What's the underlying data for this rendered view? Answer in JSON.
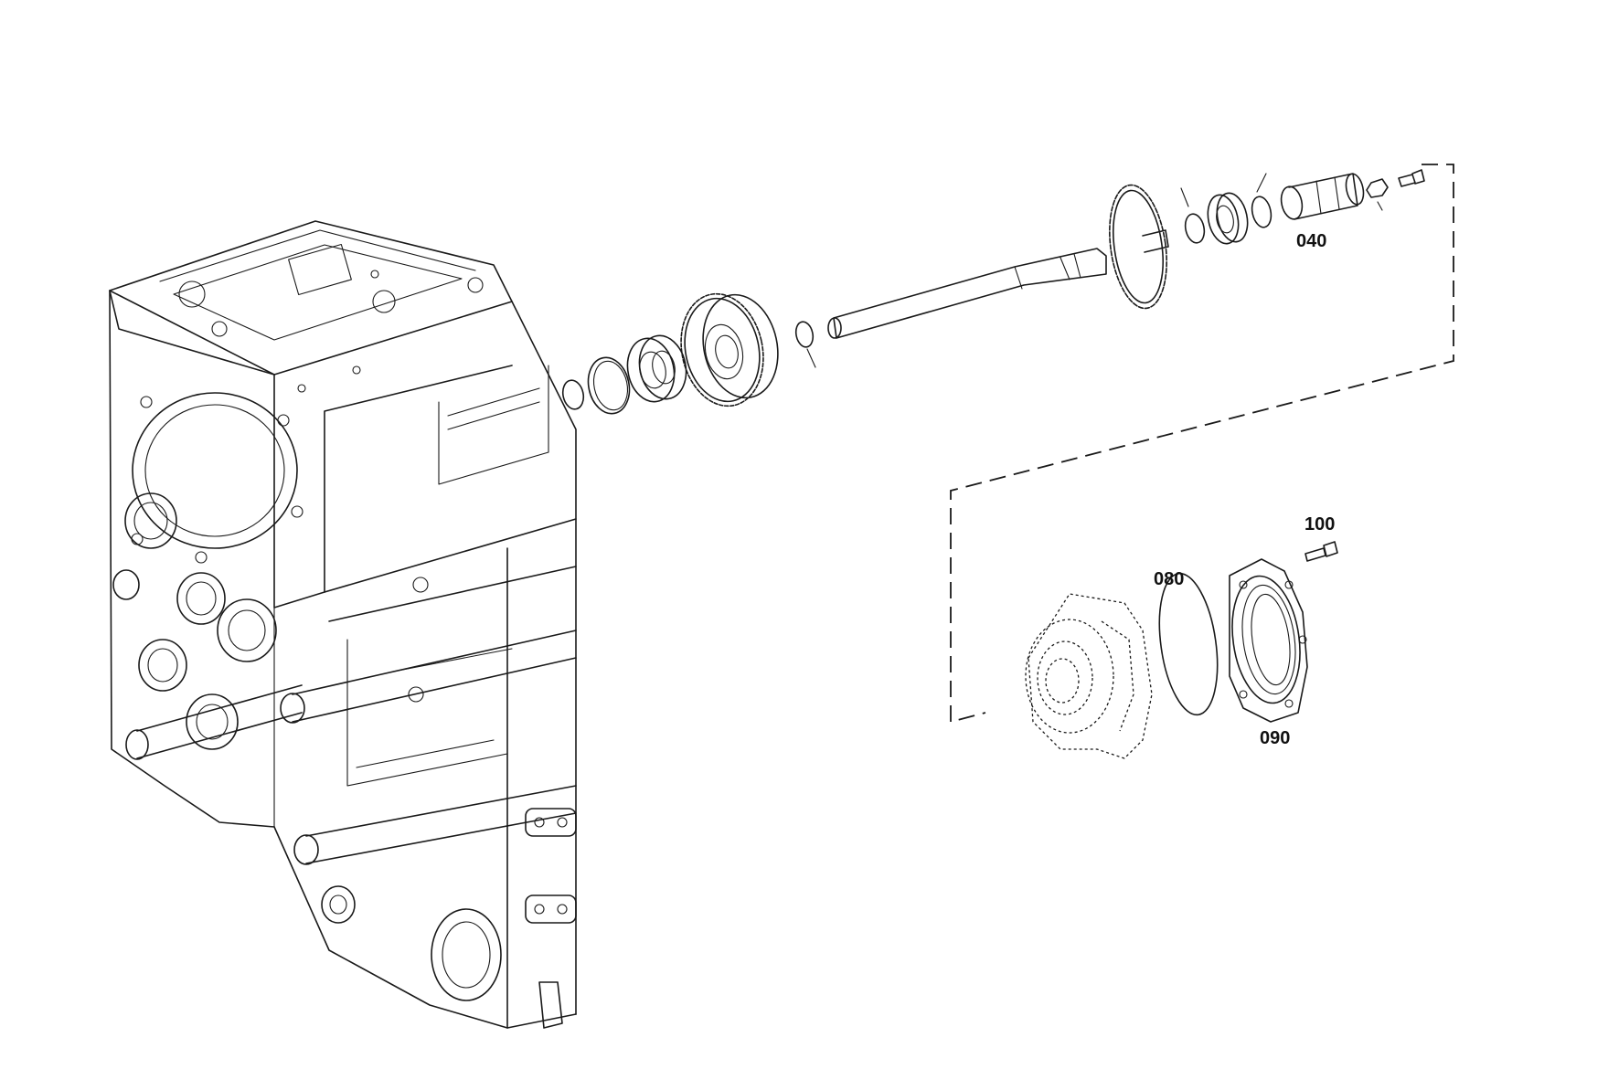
{
  "diagram": {
    "callouts": {
      "c040": "040",
      "c080": "080",
      "c090": "090",
      "c100": "100"
    }
  }
}
